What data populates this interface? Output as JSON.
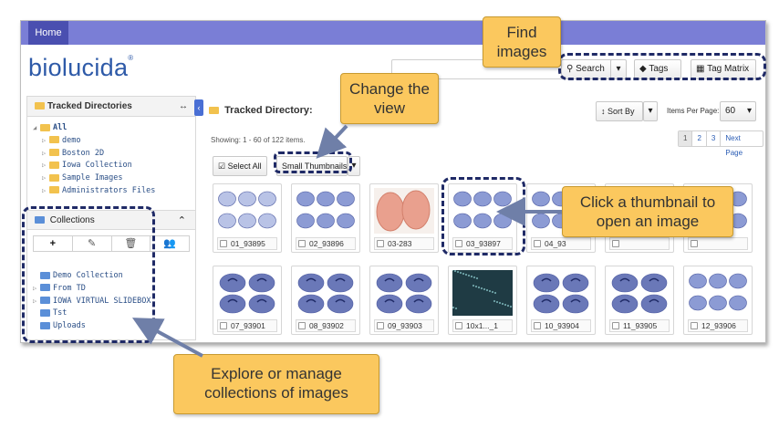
{
  "nav": {
    "home": "Home"
  },
  "brand": {
    "logo": "biolucida",
    "reg": "®"
  },
  "toolbar": {
    "search": "Search",
    "tags": "Tags",
    "tag_matrix": "Tag Matrix"
  },
  "tracked": {
    "title": "Tracked Directories",
    "collapse_glyph": "↔",
    "items": [
      {
        "label": "All",
        "root": true
      },
      {
        "label": "demo"
      },
      {
        "label": "Boston 2D"
      },
      {
        "label": "Iowa Collection"
      },
      {
        "label": "Sample Images"
      },
      {
        "label": "Administrators Files"
      }
    ]
  },
  "collections": {
    "title": "Collections",
    "tools": [
      "+",
      "✎",
      "🗑",
      "👥"
    ],
    "items": [
      "Demo Collection",
      "From TD",
      "IOWA VIRTUAL SLIDEBOX",
      "Tst",
      "Uploads"
    ]
  },
  "main": {
    "title": "Tracked Directory:",
    "sort_by": "Sort By",
    "items_per_page_label": "Items Per Page:",
    "items_per_page": "60",
    "showing": "Showing: 1 - 60 of 122 items.",
    "pages": [
      "1",
      "2",
      "3",
      "Next Page"
    ],
    "select_all": "Select All",
    "view_mode": "Small Thumbnails"
  },
  "thumbnails": [
    {
      "label": "01_93895",
      "kind": "brain-pale"
    },
    {
      "label": "02_93896",
      "kind": "brain-blue"
    },
    {
      "label": "03-283",
      "kind": "tissue-pink"
    },
    {
      "label": "03_93897",
      "kind": "brain-blue"
    },
    {
      "label": "04_93",
      "kind": "brain-blue"
    },
    {
      "label": "",
      "kind": "brain-blue"
    },
    {
      "label": "",
      "kind": "brain-blue"
    },
    {
      "label": "07_93901",
      "kind": "brain-dark"
    },
    {
      "label": "08_93902",
      "kind": "brain-dark"
    },
    {
      "label": "09_93903",
      "kind": "brain-dark"
    },
    {
      "label": "10x1..._1",
      "kind": "dark-field"
    },
    {
      "label": "10_93904",
      "kind": "brain-dark"
    },
    {
      "label": "11_93905",
      "kind": "brain-dark"
    },
    {
      "label": "12_93906",
      "kind": "brain-blue"
    }
  ],
  "callouts": {
    "find": "Find images",
    "view": "Change the view",
    "click": "Click a thumbnail to open an image",
    "explore": "Explore or manage collections of images"
  },
  "colors": {
    "topbar": "#7a7ed6",
    "home_tab": "#4a4fb0",
    "logo": "#2e5aa8",
    "callout": "#fbc85e",
    "dash": "#1f2a66"
  }
}
